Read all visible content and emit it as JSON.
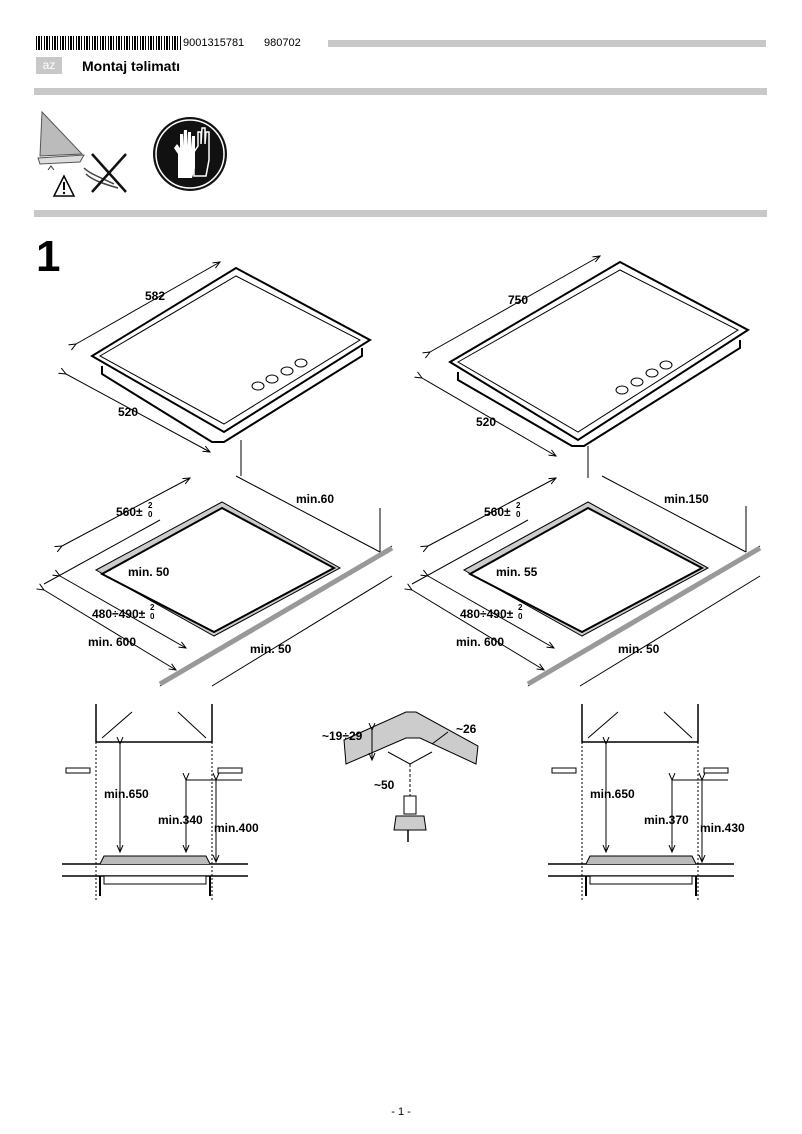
{
  "header": {
    "product_code": "9001315781",
    "date_code": "980702",
    "language": "az",
    "title": "Montaj təlimatı"
  },
  "step": {
    "number": "1"
  },
  "left_hob": {
    "width": "582",
    "depth": "520",
    "cutout_width": "560",
    "cutout_tol": "2",
    "cutout_tol_low": "0",
    "cutout_depth": "480÷490",
    "depth_tol": "2",
    "depth_tol_low": "0",
    "min_back": "min.60",
    "min_side": "min. 50",
    "min_front": "min. 50",
    "min_worktop": "min. 600"
  },
  "right_hob": {
    "width": "750",
    "depth": "520",
    "cutout_width": "560",
    "cutout_tol": "2",
    "cutout_tol_low": "0",
    "cutout_depth": "480÷490",
    "depth_tol": "2",
    "depth_tol_low": "0",
    "min_back": "min.150",
    "min_side": "min. 55",
    "min_front": "min. 50",
    "min_worktop": "min. 600"
  },
  "left_section": {
    "h1": "min.650",
    "h2": "min.340",
    "h3": "min.400"
  },
  "center_detail": {
    "thickness": "~19÷29",
    "offset": "~26",
    "depth": "~50"
  },
  "right_section": {
    "h1": "min.650",
    "h2": "min.370",
    "h3": "min.430"
  },
  "footer": {
    "page": "- 1 -"
  }
}
